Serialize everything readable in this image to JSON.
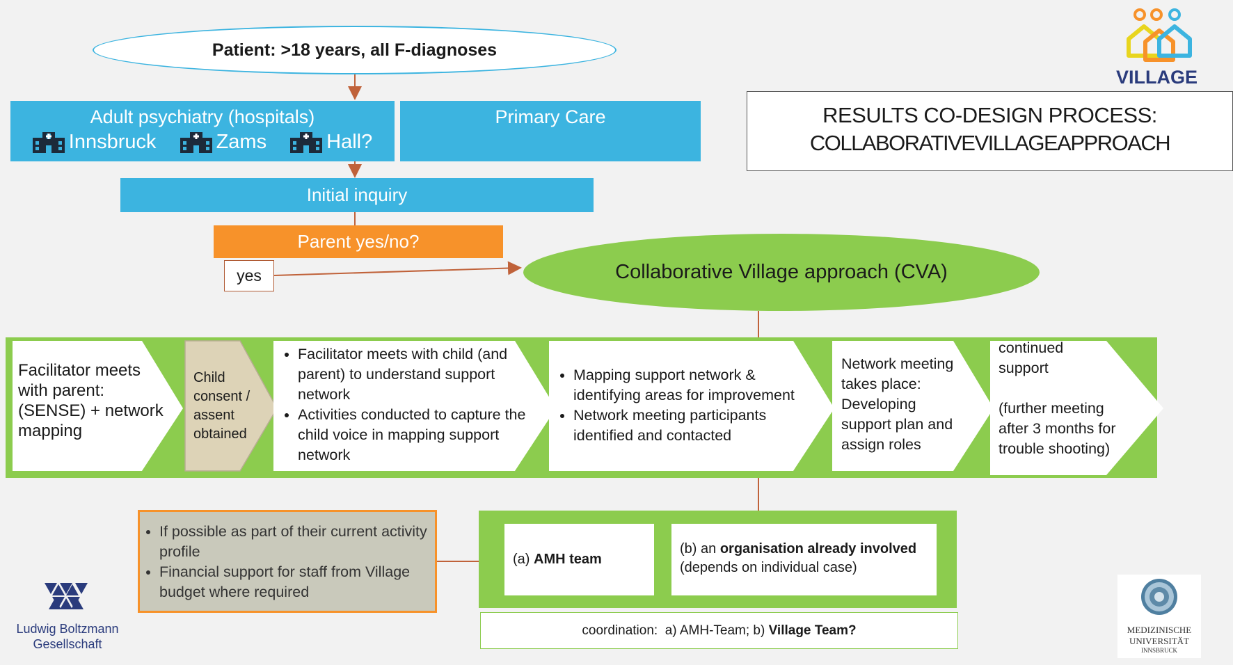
{
  "patient": {
    "label": "Patient:  >18 years, all F-diagnoses"
  },
  "adult_psychiatry": {
    "title": "Adult psychiatry (hospitals)",
    "sites": [
      "Innsbruck",
      "Zams",
      "Hall?"
    ]
  },
  "primary_care": {
    "label": "Primary Care"
  },
  "initial_inquiry": {
    "label": "Initial inquiry"
  },
  "parent_question": {
    "label": "Parent yes/no?"
  },
  "yes_box": {
    "label": "yes"
  },
  "cva": {
    "label": "Collaborative Village approach (CVA)"
  },
  "results_title": {
    "line1": "RESULTS CO-DESIGN PROCESS:",
    "line2": "COLLABORATIVEVILLAGEAPPROACH"
  },
  "village_logo": {
    "label": "VILLAGE"
  },
  "steps": {
    "step1": "Facilitator meets with parent: (SENSE) + network mapping",
    "step2": "Child consent / assent obtained",
    "step3": [
      "Facilitator meets with child (and parent)  to understand support network",
      "Activities conducted to capture the child voice in mapping support network"
    ],
    "step4": [
      "Mapping support network & identifying areas for improvement",
      "Network meeting participants identified and contacted"
    ],
    "step5": "Network meeting takes place: Developing support plan and assign roles",
    "step6_a": "continued support",
    "step6_b": "(further meeting after 3 months for trouble shooting)"
  },
  "funding": {
    "items": [
      "If possible as part of their current activity profile",
      "Financial support for staff from Village budget where required"
    ]
  },
  "options": {
    "a_prefix": "(a) ",
    "a_bold": "AMH team",
    "b_prefix": "(b) an ",
    "b_bold": "organisation already involved",
    "b_suffix": "(depends on individual case)"
  },
  "coordination": {
    "prefix": "coordination:  a) AMH-Team; b) ",
    "bold": "Village Team?"
  },
  "lbg_logo": {
    "line1": "Ludwig Boltzmann",
    "line2": "Gesellschaft"
  },
  "mui_logo": {
    "line1": "MEDIZINISCHE",
    "line2": "UNIVERSITÄT",
    "line3": "INNSBRUCK"
  },
  "colors": {
    "blue": "#3cb4e0",
    "orange": "#f7922a",
    "green": "#8ccc4e",
    "tan": "#ddd3b7",
    "grey_box": "#c9c9bb",
    "arrow": "#c0623a",
    "navy": "#2a3b7c"
  }
}
